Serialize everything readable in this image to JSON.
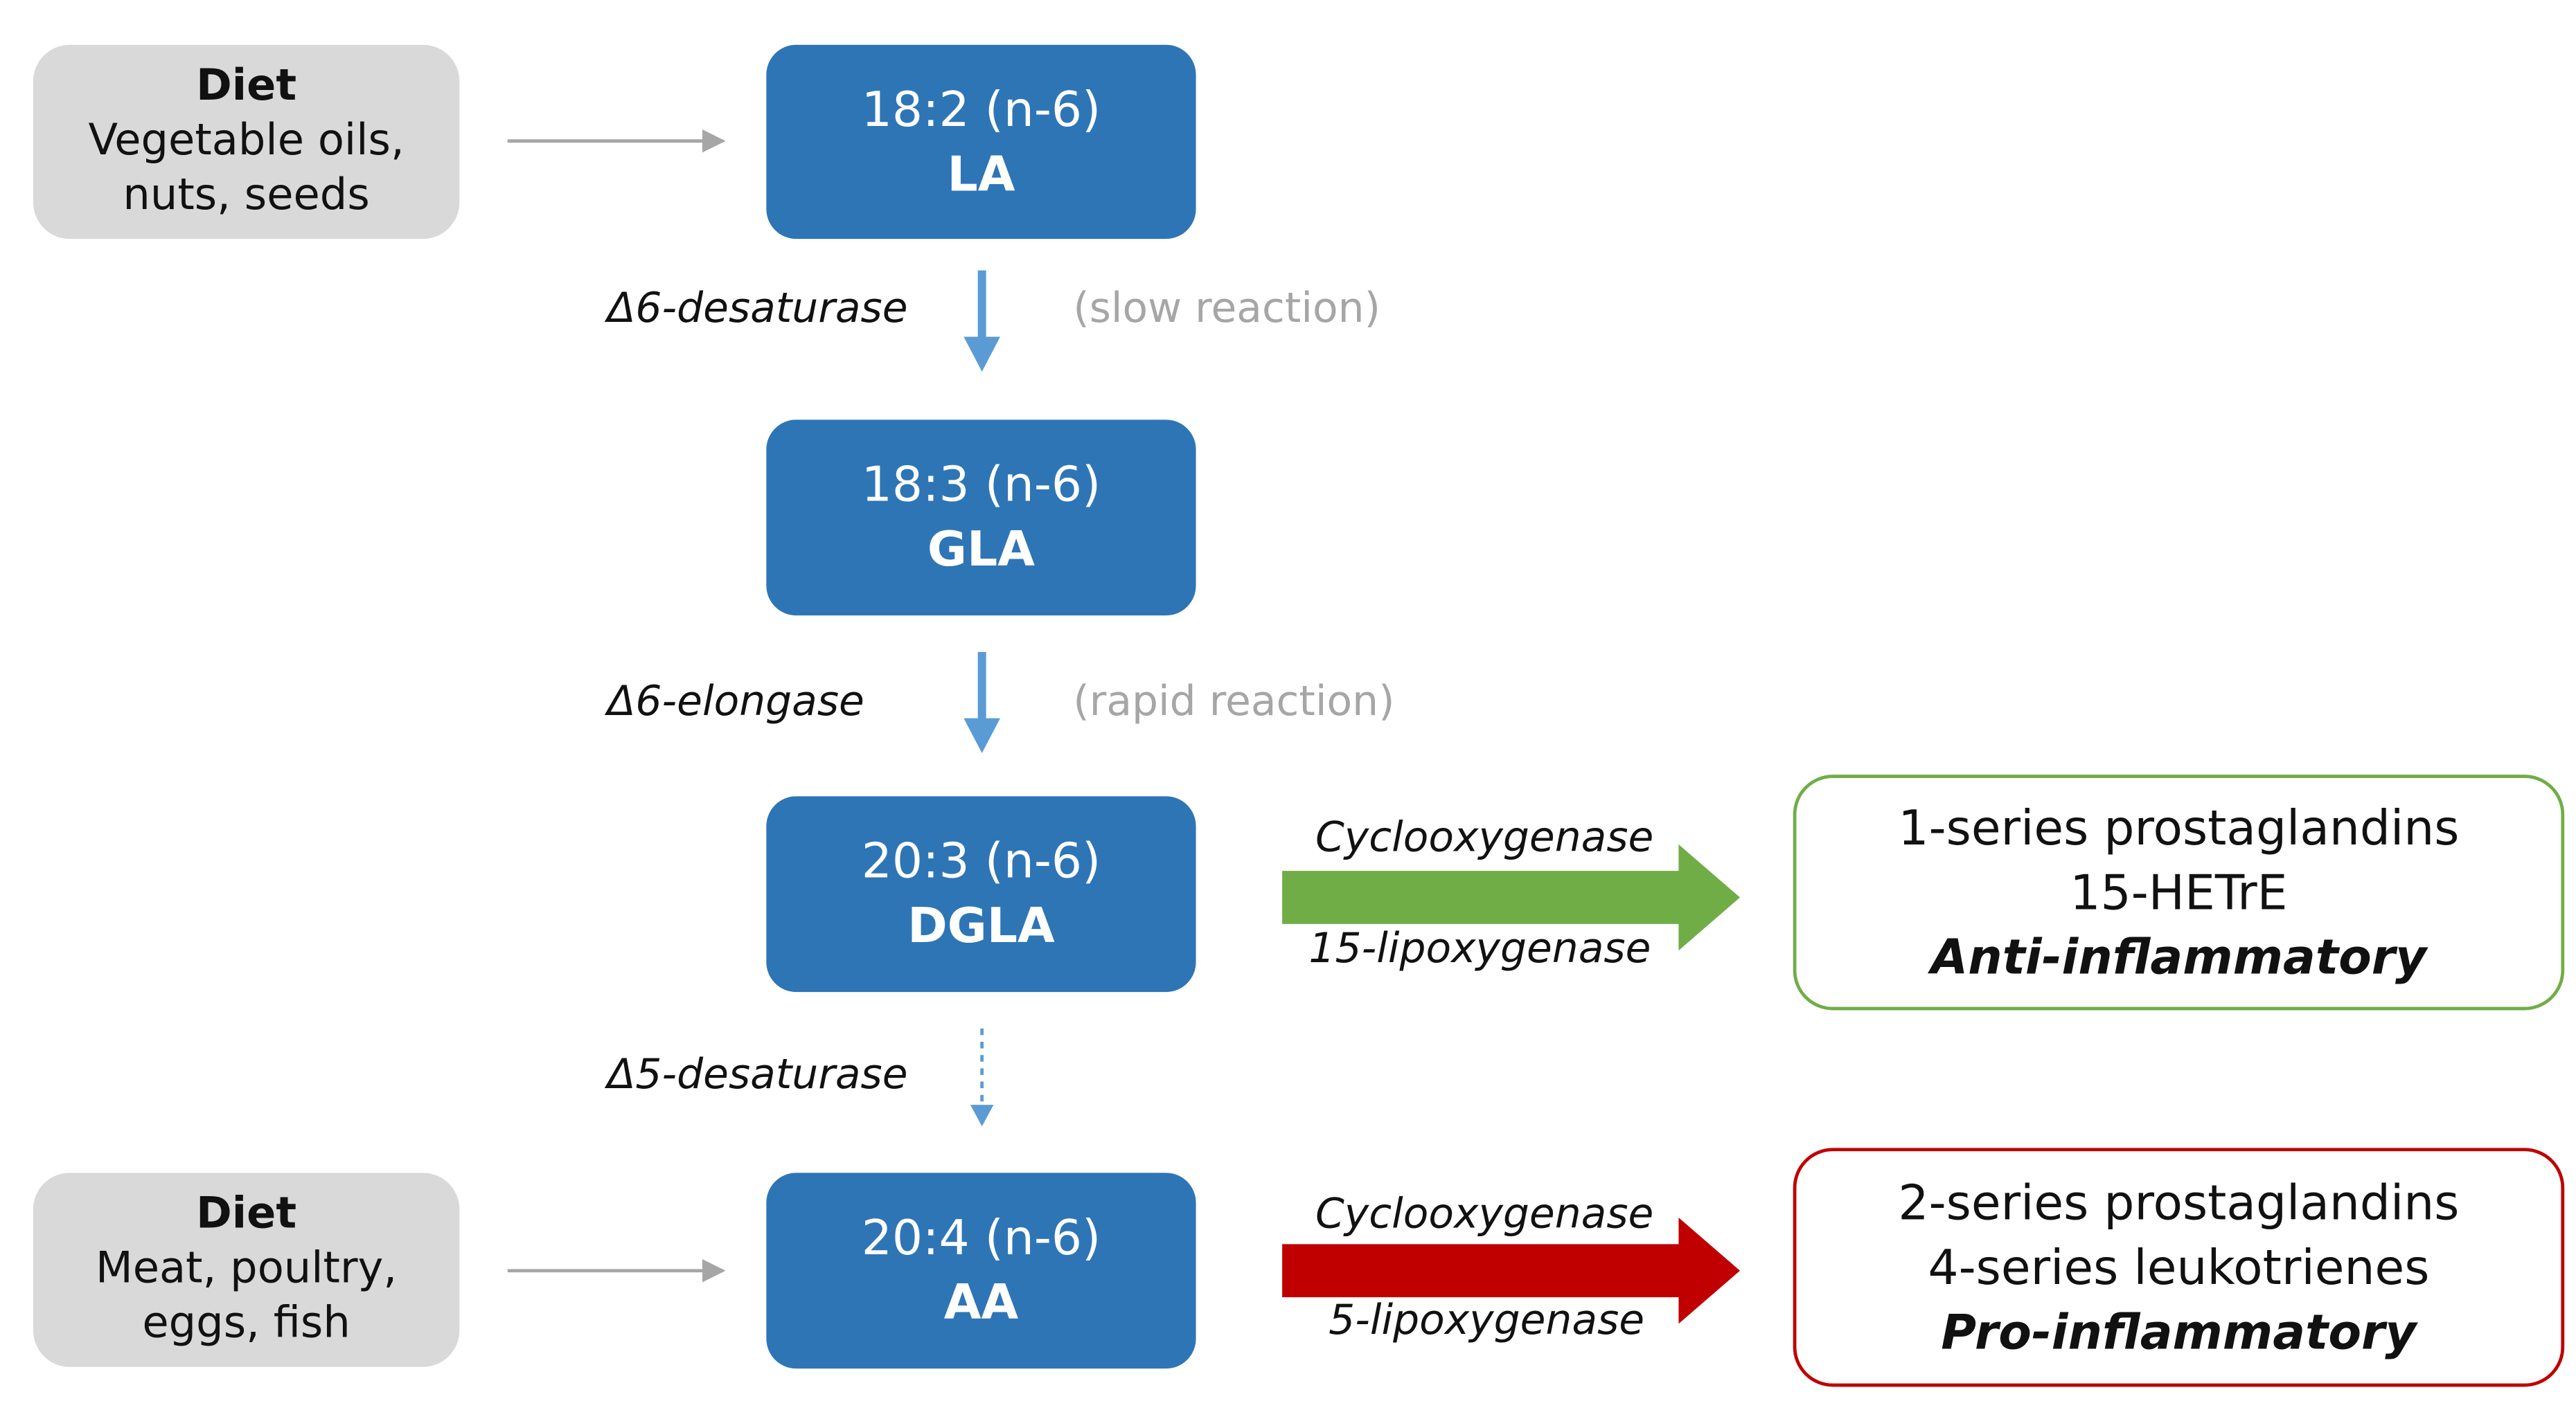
{
  "colors": {
    "fatty_acid_box": "#2e75b6",
    "diet_box": "#d9d9d9",
    "step_arrow": "#5b9bd5",
    "anti_arrow": "#70ad47",
    "pro_arrow": "#c00000",
    "muted_text": "#a6a6a6"
  },
  "diet_sources": [
    {
      "heading": "Diet",
      "line1": "Vegetable oils,",
      "line2": "nuts, seeds"
    },
    {
      "heading": "Diet",
      "line1": "Meat, poultry,",
      "line2": "eggs, fish"
    }
  ],
  "fatty_acids": [
    {
      "formula": "18:2 (n-6)",
      "abbr": "LA"
    },
    {
      "formula": "18:3 (n-6)",
      "abbr": "GLA"
    },
    {
      "formula": "20:3 (n-6)",
      "abbr": "DGLA"
    },
    {
      "formula": "20:4 (n-6)",
      "abbr": "AA"
    }
  ],
  "conversion_steps": [
    {
      "enzyme": "Δ6-desaturase",
      "note": "(slow reaction)"
    },
    {
      "enzyme": "Δ6-elongase",
      "note": "(rapid reaction)"
    },
    {
      "enzyme": "Δ5-desaturase"
    }
  ],
  "metabolite_outputs": [
    {
      "enzyme_top": "Cyclooxygenase",
      "enzyme_bottom": "15-lipoxygenase",
      "line1": "1-series prostaglandins",
      "line2": "15-HETrE",
      "effect": "Anti-inflammatory"
    },
    {
      "enzyme_top": "Cyclooxygenase",
      "enzyme_bottom": "5-lipoxygenase",
      "line1": "2-series prostaglandins",
      "line2": "4-series leukotrienes",
      "effect": "Pro-inflammatory"
    }
  ]
}
